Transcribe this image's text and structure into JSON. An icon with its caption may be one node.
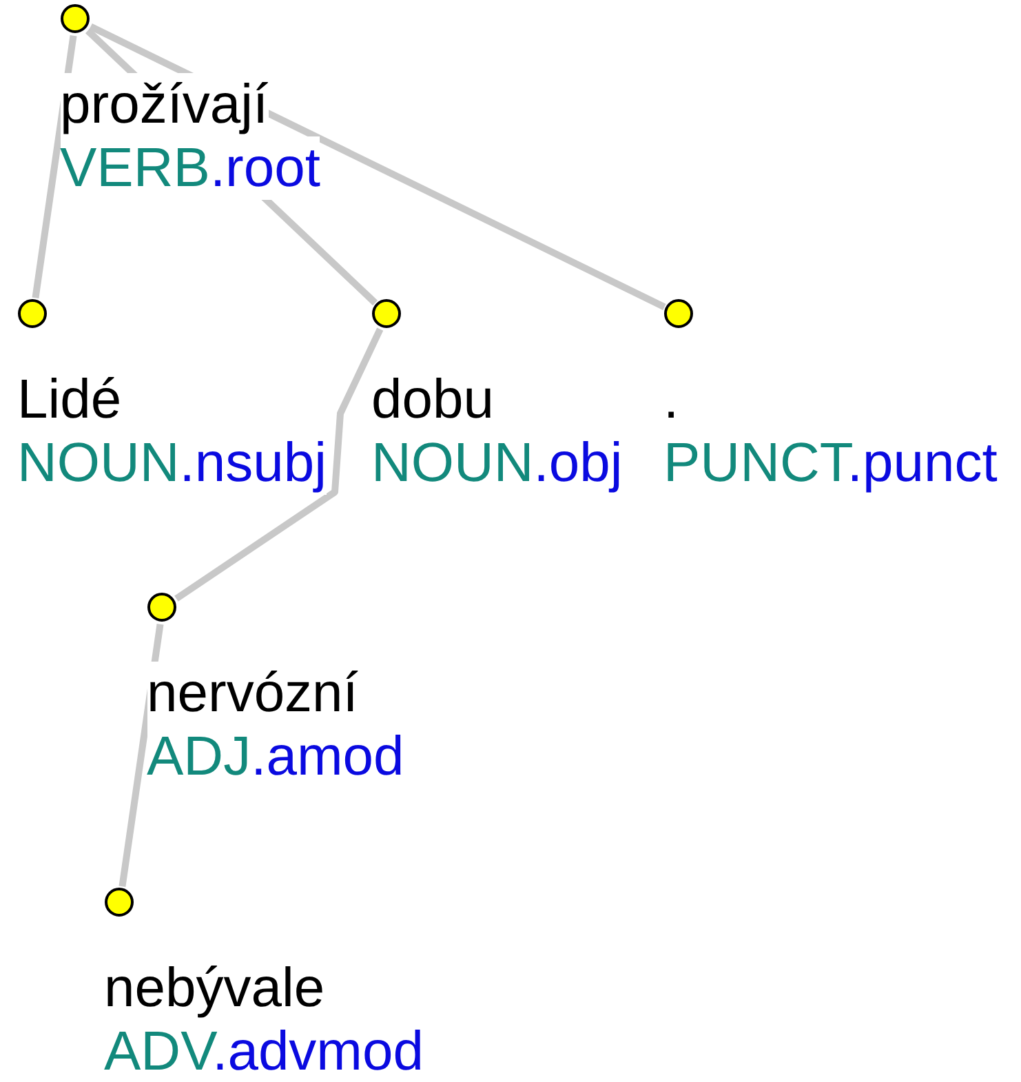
{
  "diagram": {
    "nodes": [
      {
        "text": [
          "prožívají",
          "VERB.root"
        ]
      },
      {
        "text": [
          "Lidé",
          "NOUN.nsubj"
        ]
      },
      {
        "text": [
          "dobu",
          "NOUN.obj"
        ]
      },
      {
        "text": [
          ".",
          "PUNCT.punct"
        ]
      },
      {
        "text": [
          "nervózní",
          "ADJ.amod"
        ]
      },
      {
        "text": [
          "nebývale",
          "ADV.advmod"
        ]
      }
    ],
    "edges": [
      {
        "from": 0,
        "to": 1,
        "arrow": "none"
      },
      {
        "from": 0,
        "to": 2,
        "arrow": "none"
      },
      {
        "from": 0,
        "to": 3,
        "arrow": "none"
      },
      {
        "from": 2,
        "to": 4,
        "arrow": "none"
      },
      {
        "from": 4,
        "to": 5,
        "arrow": "none"
      }
    ]
  }
}
